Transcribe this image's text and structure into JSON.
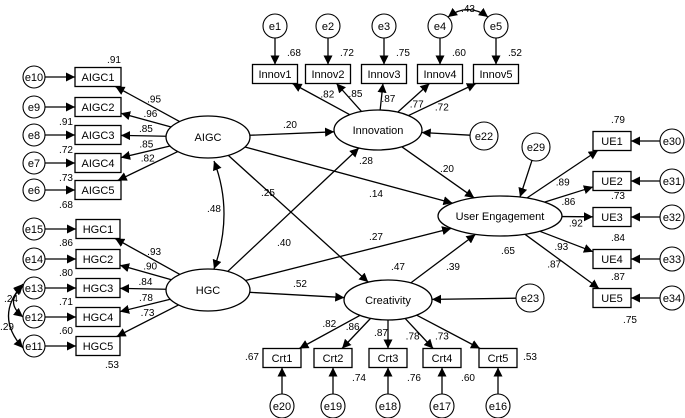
{
  "nodes": {
    "latent": [
      {
        "id": "AIGC",
        "label": "AIGC"
      },
      {
        "id": "HGC",
        "label": "HGC"
      },
      {
        "id": "Innovation",
        "label": "Innovation"
      },
      {
        "id": "Creativity",
        "label": "Creativity"
      },
      {
        "id": "UserEngagement",
        "label": "User Engagement"
      }
    ],
    "observed": [
      {
        "id": "AIGC1",
        "label": "AIGC1"
      },
      {
        "id": "AIGC2",
        "label": "AIGC2"
      },
      {
        "id": "AIGC3",
        "label": "AIGC3"
      },
      {
        "id": "AIGC4",
        "label": "AIGC4"
      },
      {
        "id": "AIGC5",
        "label": "AIGC5"
      },
      {
        "id": "HGC1",
        "label": "HGC1"
      },
      {
        "id": "HGC2",
        "label": "HGC2"
      },
      {
        "id": "HGC3",
        "label": "HGC3"
      },
      {
        "id": "HGC4",
        "label": "HGC4"
      },
      {
        "id": "HGC5",
        "label": "HGC5"
      },
      {
        "id": "Innov1",
        "label": "Innov1"
      },
      {
        "id": "Innov2",
        "label": "Innov2"
      },
      {
        "id": "Innov3",
        "label": "Innov3"
      },
      {
        "id": "Innov4",
        "label": "Innov4"
      },
      {
        "id": "Innov5",
        "label": "Innov5"
      },
      {
        "id": "Crt1",
        "label": "Crt1"
      },
      {
        "id": "Crt2",
        "label": "Crt2"
      },
      {
        "id": "Crt3",
        "label": "Crt3"
      },
      {
        "id": "Crt4",
        "label": "Crt4"
      },
      {
        "id": "Crt5",
        "label": "Crt5"
      },
      {
        "id": "UE1",
        "label": "UE1"
      },
      {
        "id": "UE2",
        "label": "UE2"
      },
      {
        "id": "UE3",
        "label": "UE3"
      },
      {
        "id": "UE4",
        "label": "UE4"
      },
      {
        "id": "UE5",
        "label": "UE5"
      }
    ],
    "errors": [
      {
        "id": "e1",
        "label": "e1"
      },
      {
        "id": "e2",
        "label": "e2"
      },
      {
        "id": "e3",
        "label": "e3"
      },
      {
        "id": "e4",
        "label": "e4"
      },
      {
        "id": "e5",
        "label": "e5"
      },
      {
        "id": "e6",
        "label": "e6"
      },
      {
        "id": "e7",
        "label": "e7"
      },
      {
        "id": "e8",
        "label": "e8"
      },
      {
        "id": "e9",
        "label": "e9"
      },
      {
        "id": "e10",
        "label": "e10"
      },
      {
        "id": "e11",
        "label": "e11"
      },
      {
        "id": "e12",
        "label": "e12"
      },
      {
        "id": "e13",
        "label": "e13"
      },
      {
        "id": "e14",
        "label": "e14"
      },
      {
        "id": "e15",
        "label": "e15"
      },
      {
        "id": "e16",
        "label": "e16"
      },
      {
        "id": "e17",
        "label": "e17"
      },
      {
        "id": "e18",
        "label": "e18"
      },
      {
        "id": "e19",
        "label": "e19"
      },
      {
        "id": "e20",
        "label": "e20"
      },
      {
        "id": "e22",
        "label": "e22"
      },
      {
        "id": "e23",
        "label": "e23"
      },
      {
        "id": "e29",
        "label": "e29"
      },
      {
        "id": "e30",
        "label": "e30"
      },
      {
        "id": "e31",
        "label": "e31"
      },
      {
        "id": "e32",
        "label": "e32"
      },
      {
        "id": "e33",
        "label": "e33"
      },
      {
        "id": "e34",
        "label": "e34"
      }
    ]
  },
  "loadings": {
    "AIGC": [
      ".95",
      ".96",
      ".85",
      ".85",
      ".82"
    ],
    "HGC": [
      ".93",
      ".90",
      ".84",
      ".78",
      ".73"
    ],
    "Innovation": [
      ".82",
      ".85",
      ".87",
      ".77",
      ".72"
    ],
    "Creativity": [
      ".82",
      ".86",
      ".87",
      ".78",
      ".73"
    ],
    "UserEngagement": [
      ".89",
      ".86",
      ".92",
      ".93",
      ".87"
    ]
  },
  "r_squared": {
    "AIGC": [
      ".91",
      ".91",
      ".72",
      ".73",
      ".68"
    ],
    "HGC": [
      ".86",
      ".80",
      ".71",
      ".60",
      ".53"
    ],
    "Innovation": [
      ".68",
      ".72",
      ".75",
      ".60",
      ".52"
    ],
    "Creativity": [
      ".67",
      ".74",
      ".76",
      ".60",
      ".53"
    ],
    "UserEngagement": [
      ".79",
      "",
      ".73",
      ".84",
      ".87"
    ],
    "UE5_bottom": ".75",
    "Innovation_latent": ".28",
    "Creativity_latent": ".47",
    "UserEngagement_latent": ".65"
  },
  "structural": {
    "AIGC_Innovation": ".20",
    "AIGC_UserEngagement": ".14",
    "AIGC_Creativity": ".25",
    "AIGC_HGC": ".48",
    "HGC_Innovation": ".40",
    "HGC_UserEngagement": ".27",
    "HGC_Creativity": ".52",
    "Innovation_UserEngagement": ".20",
    "Creativity_UserEngagement": ".39"
  },
  "error_covariances": {
    "e4_e5": ".43",
    "e11_e13": ".29",
    "e12_e13": ".24"
  }
}
